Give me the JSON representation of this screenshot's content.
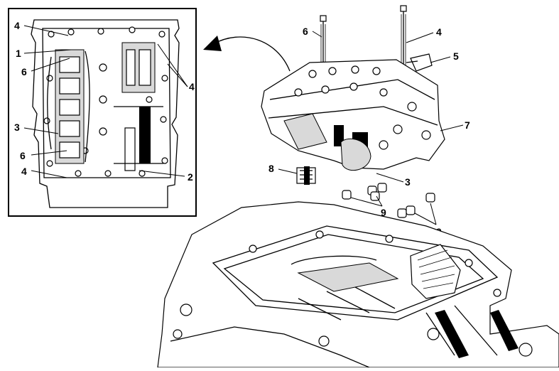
{
  "callouts": {
    "inset": {
      "c1": "1",
      "c2": "2",
      "c3": "3",
      "c4a": "4",
      "c4b": "4",
      "c4c": "4",
      "c6a": "6",
      "c6b": "6"
    },
    "main": {
      "c3": "3",
      "c4": "4",
      "c5": "5",
      "c6": "6",
      "c7": "7",
      "c8": "8",
      "c9a": "9",
      "c9b": "9"
    }
  },
  "colors": {
    "line": "#000000",
    "background": "#ffffff"
  }
}
